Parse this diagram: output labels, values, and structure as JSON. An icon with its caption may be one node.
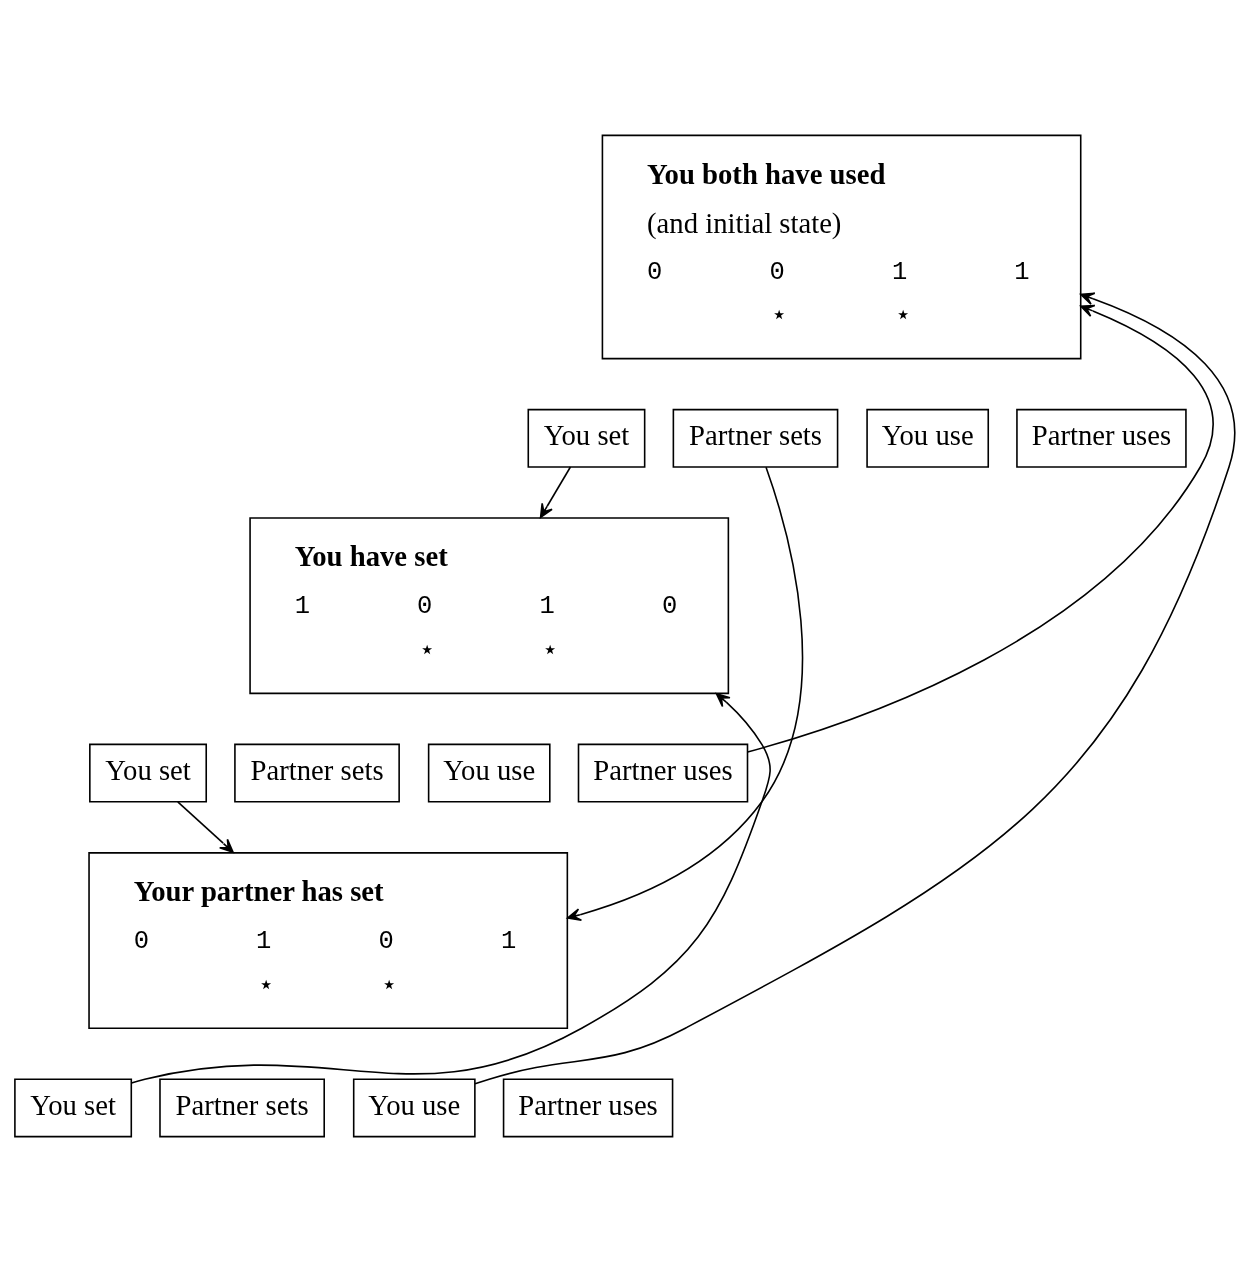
{
  "diagram": {
    "nodes": [
      {
        "text": [
          "You both have used",
          "(and initial state)",
          "0 0 1 1",
          "⋆ ⋆"
        ]
      },
      {
        "text": [
          "You set"
        ]
      },
      {
        "text": [
          "Partner sets"
        ]
      },
      {
        "text": [
          "You use"
        ]
      },
      {
        "text": [
          "Partner uses"
        ]
      },
      {
        "text": [
          "You have set",
          "1 0 1 0",
          "⋆ ⋆"
        ]
      },
      {
        "text": [
          "You set"
        ]
      },
      {
        "text": [
          "Partner sets"
        ]
      },
      {
        "text": [
          "You use"
        ]
      },
      {
        "text": [
          "Partner uses"
        ]
      },
      {
        "text": [
          "Your partner has set",
          "0 1 0 1",
          "⋆ ⋆"
        ]
      },
      {
        "text": [
          "You set"
        ]
      },
      {
        "text": [
          "Partner sets"
        ]
      },
      {
        "text": [
          "You use"
        ]
      },
      {
        "text": [
          "Partner uses"
        ]
      }
    ],
    "edges": [
      {
        "from": 1,
        "to": 5,
        "arrow": "to"
      },
      {
        "from": 2,
        "to": 10,
        "arrow": "to"
      },
      {
        "from": 9,
        "to": 0,
        "arrow": "to"
      },
      {
        "from": 6,
        "to": 10,
        "arrow": "to"
      },
      {
        "from": 11,
        "to": 5,
        "arrow": "to"
      },
      {
        "from": 13,
        "to": 0,
        "arrow": "to"
      }
    ]
  }
}
